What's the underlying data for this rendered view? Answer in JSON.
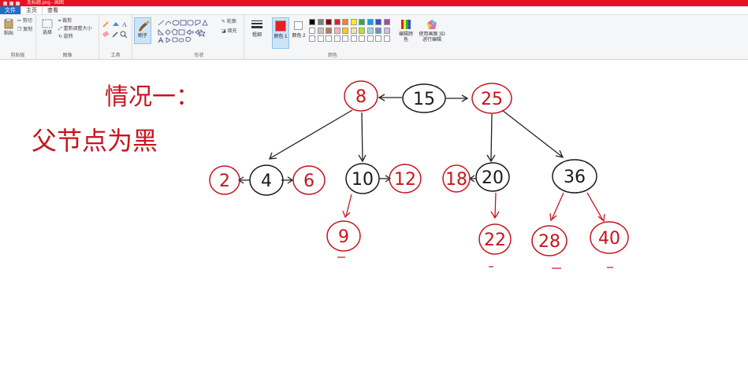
{
  "window": {
    "title": "无标题.png - 画图"
  },
  "tabs": [
    {
      "label": "文件"
    },
    {
      "label": "主页"
    },
    {
      "label": "查看"
    }
  ],
  "ribbon": {
    "clipboard": {
      "label": "剪贴板",
      "paste": "粘贴",
      "cut": "剪切",
      "copy": "复制"
    },
    "image": {
      "label": "图像",
      "select": "选择",
      "crop": "裁剪",
      "resize": "重新调整大小",
      "rotate": "旋转"
    },
    "tools": {
      "label": "工具"
    },
    "brushes": {
      "label": "刷子"
    },
    "shapes": {
      "label": "形状",
      "outline": "轮廓",
      "fill": "填充"
    },
    "size": {
      "label": "粗细"
    },
    "colors": {
      "label": "颜色",
      "color1": "颜色 1",
      "color2": "颜色 2",
      "edit": "编辑颜色",
      "paint3d": "使用画图 3D 进行编辑",
      "color1_value": "#ed1c24",
      "color2_value": "#ffffff",
      "palette_row1": [
        "#000000",
        "#7f7f7f",
        "#880015",
        "#ed1c24",
        "#ff7f27",
        "#fff200",
        "#22b14c",
        "#00a2e8",
        "#3f48cc",
        "#a349a4"
      ],
      "palette_row2": [
        "#ffffff",
        "#c3c3c3",
        "#b97a57",
        "#ffaec9",
        "#ffc90e",
        "#efe4b0",
        "#b5e61d",
        "#99d9ea",
        "#7092be",
        "#c8bfe7"
      ]
    }
  },
  "canvas": {
    "notes": {
      "line1": "情况一：",
      "line2": "父节点为黑"
    },
    "tree_nodes": [
      {
        "label": "8",
        "color": "red"
      },
      {
        "label": "15",
        "color": "black"
      },
      {
        "label": "25",
        "color": "red"
      },
      {
        "label": "4",
        "color": "black"
      },
      {
        "label": "10",
        "color": "black"
      },
      {
        "label": "20",
        "color": "black"
      },
      {
        "label": "36",
        "color": "black"
      },
      {
        "label": "2",
        "color": "red"
      },
      {
        "label": "6",
        "color": "red"
      },
      {
        "label": "12",
        "color": "red"
      },
      {
        "label": "18",
        "color": "red"
      },
      {
        "label": "9",
        "color": "red"
      },
      {
        "label": "22",
        "color": "red"
      },
      {
        "label": "28",
        "color": "red"
      },
      {
        "label": "40",
        "color": "red"
      }
    ]
  }
}
